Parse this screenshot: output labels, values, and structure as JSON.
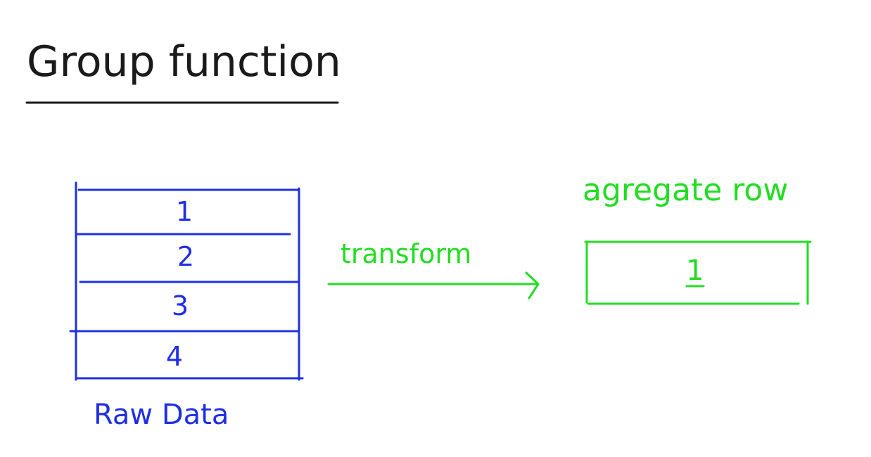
{
  "title": "Group function",
  "raw_table": {
    "rows": [
      "1",
      "2",
      "3",
      "4"
    ],
    "caption": "Raw Data"
  },
  "arrow": {
    "label": "transform"
  },
  "result": {
    "caption": "agregate row",
    "rows": [
      "1"
    ]
  },
  "colors": {
    "ink": "#1a1a1a",
    "raw": "#1f2fe6",
    "result": "#22dd22"
  }
}
